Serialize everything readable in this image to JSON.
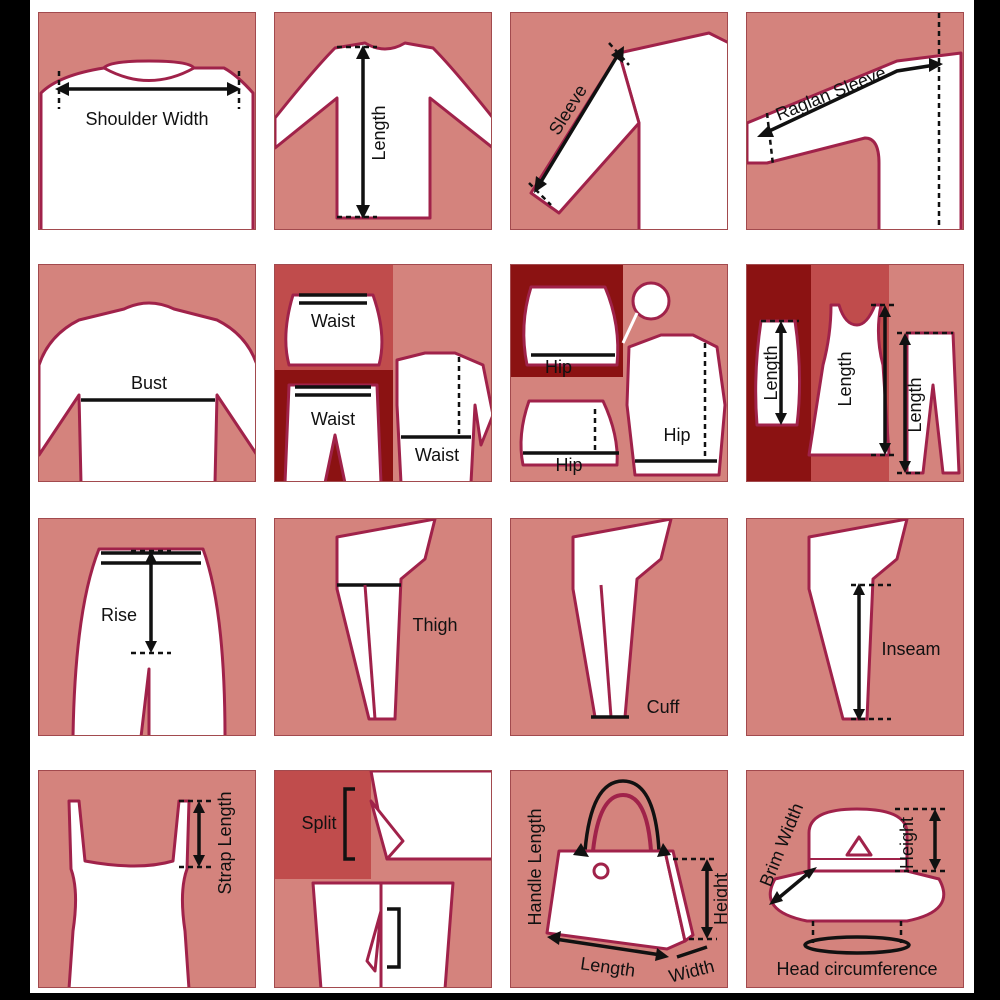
{
  "labels": {
    "shoulder_width": "Shoulder Width",
    "length": "Length",
    "sleeve": "Sleeve",
    "raglan_sleeve": "Raglan Sleeve",
    "bust": "Bust",
    "waist": "Waist",
    "hip": "Hip",
    "rise": "Rise",
    "thigh": "Thigh",
    "cuff": "Cuff",
    "inseam": "Inseam",
    "strap_length": "Strap Length",
    "split": "Split",
    "handle_length": "Handle Length",
    "height": "Height",
    "width": "Width",
    "brim_width": "Brim Width",
    "head_circumference": "Head circumference"
  },
  "colors": {
    "tile_bg": "#d4837d",
    "tile_border": "#a24a4e",
    "garment_outline": "#a0224a",
    "dark_panel": "#8b1212",
    "mid_panel": "#c04c4c",
    "measure_line": "#111111"
  }
}
